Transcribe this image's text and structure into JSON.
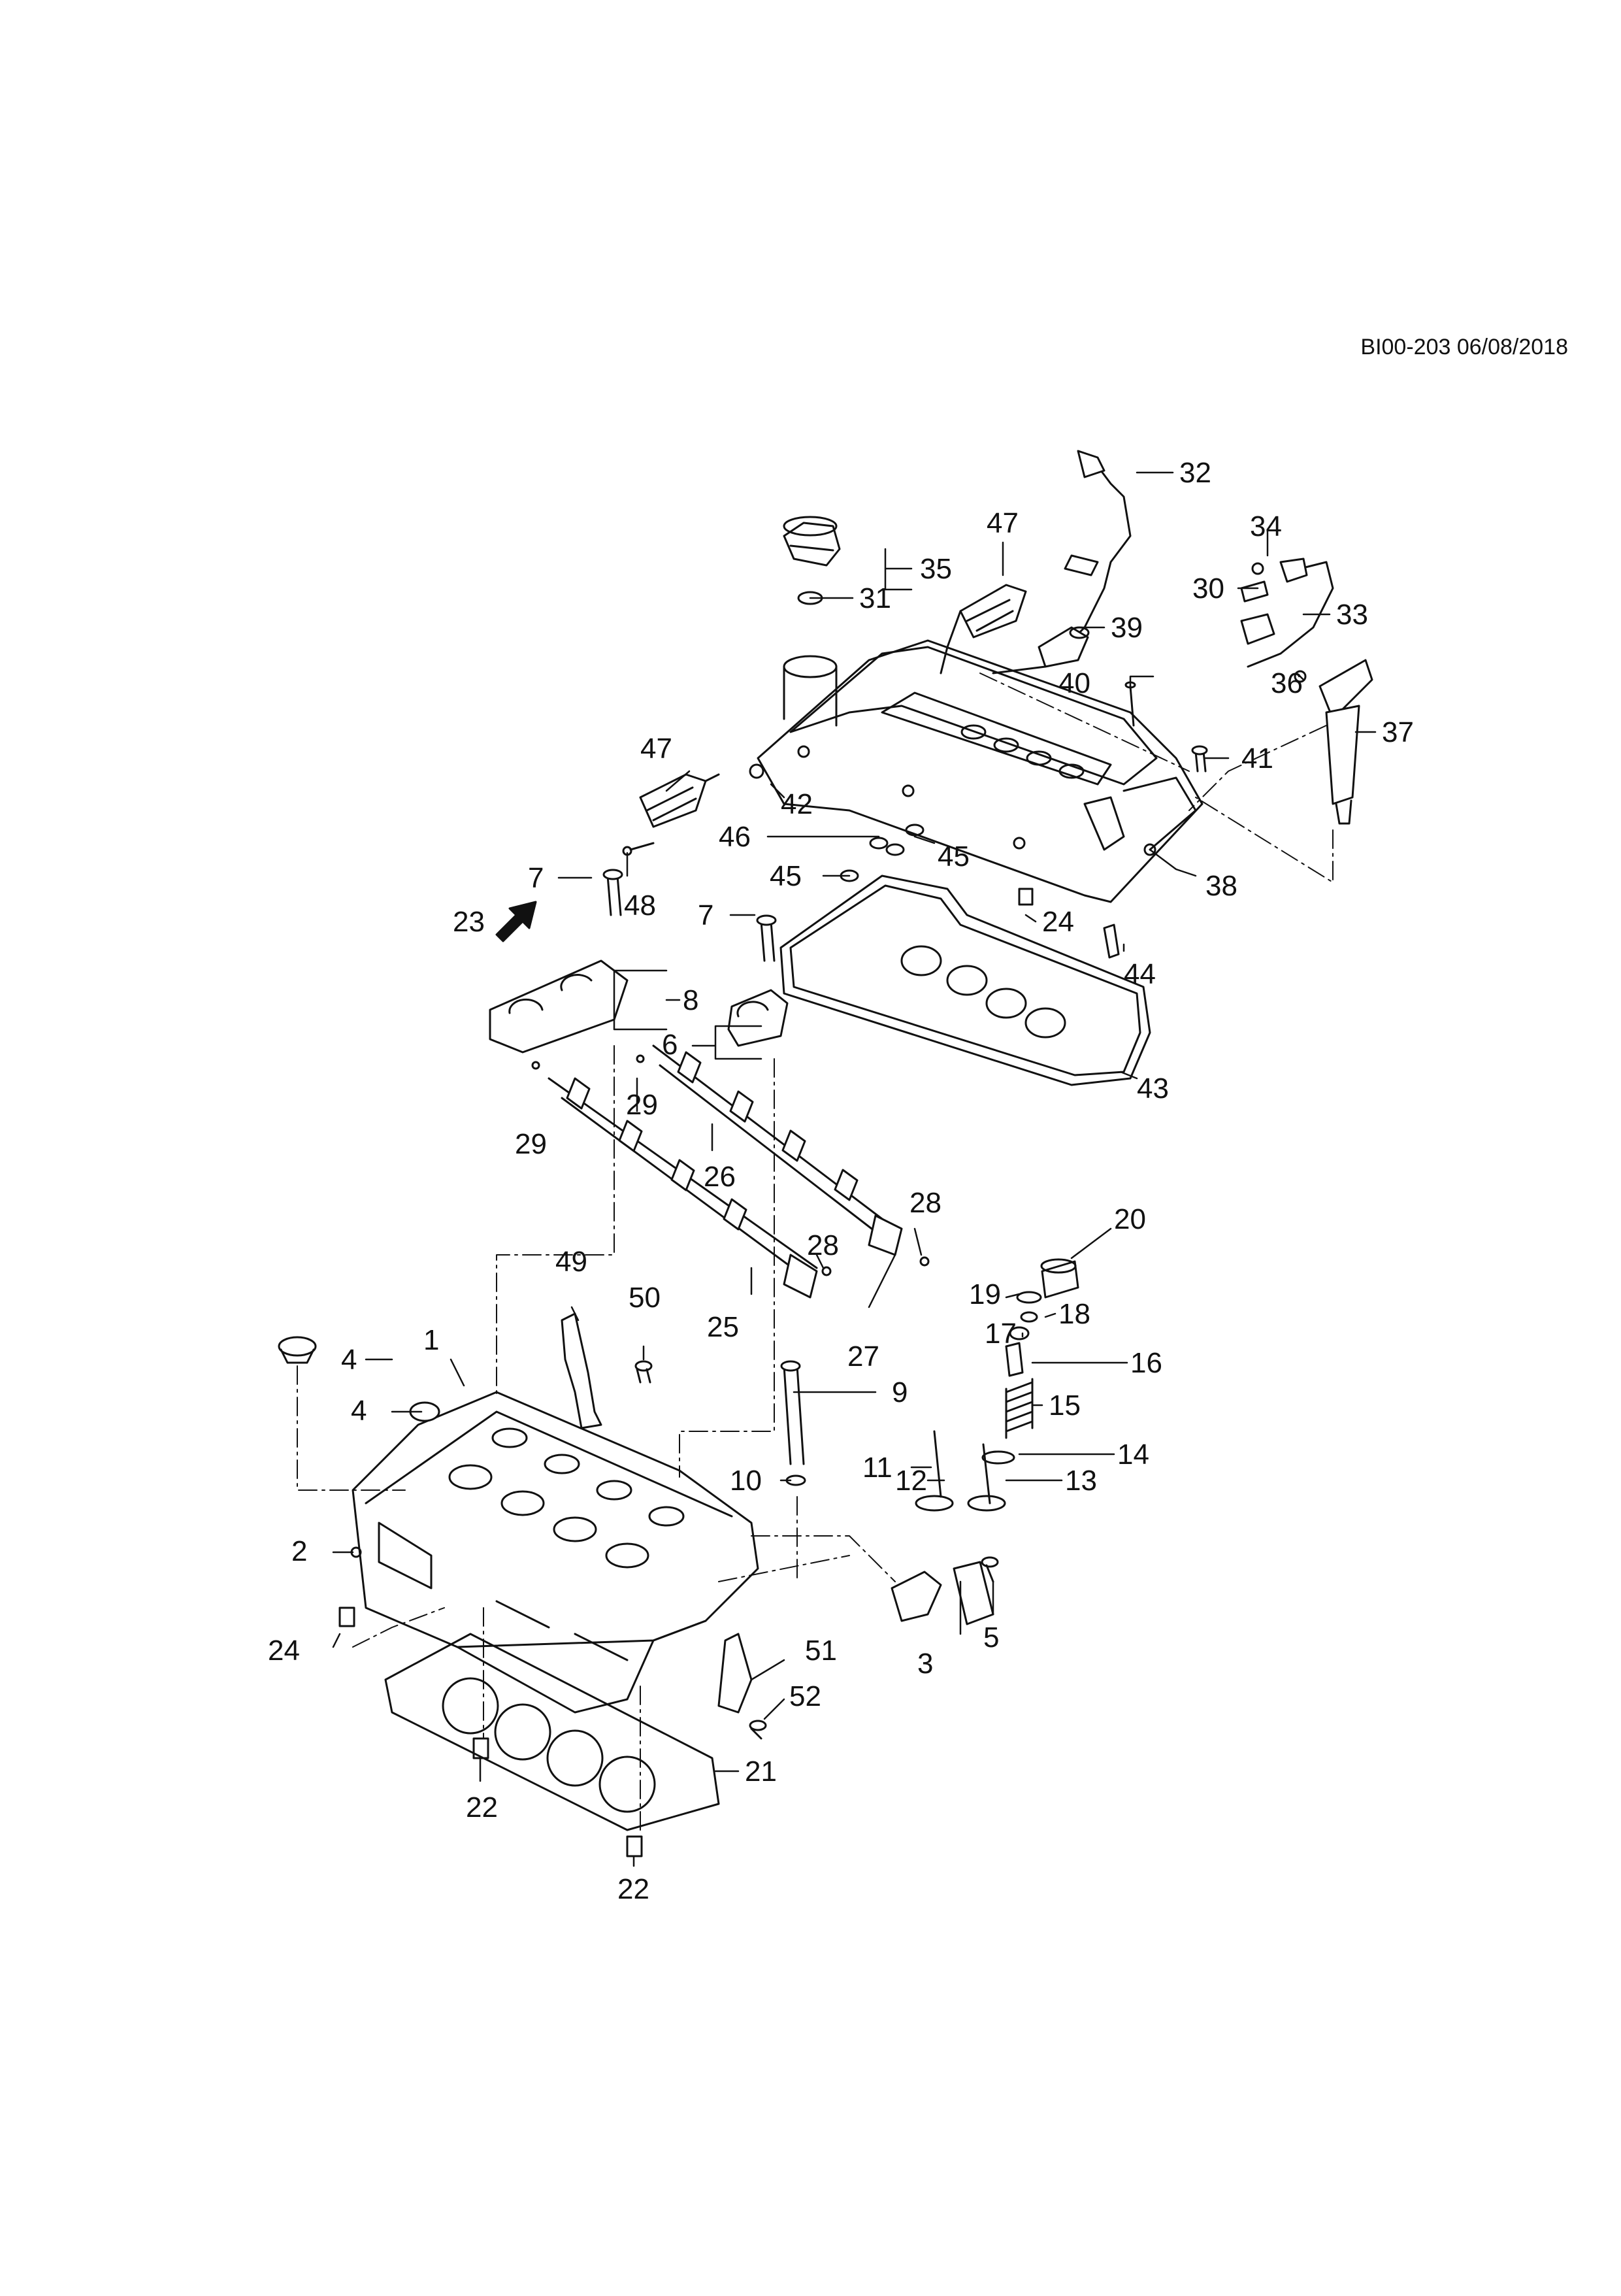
{
  "document": {
    "reference": "BI00-203 06/08/2018"
  },
  "callouts": [
    {
      "id": "c1",
      "label": "1"
    },
    {
      "id": "c2",
      "label": "2"
    },
    {
      "id": "c3",
      "label": "3"
    },
    {
      "id": "c4a",
      "label": "4"
    },
    {
      "id": "c4b",
      "label": "4"
    },
    {
      "id": "c5",
      "label": "5"
    },
    {
      "id": "c6",
      "label": "6"
    },
    {
      "id": "c7a",
      "label": "7"
    },
    {
      "id": "c7b",
      "label": "7"
    },
    {
      "id": "c8",
      "label": "8"
    },
    {
      "id": "c9",
      "label": "9"
    },
    {
      "id": "c10",
      "label": "10"
    },
    {
      "id": "c11",
      "label": "11"
    },
    {
      "id": "c12",
      "label": "12"
    },
    {
      "id": "c13",
      "label": "13"
    },
    {
      "id": "c14",
      "label": "14"
    },
    {
      "id": "c15",
      "label": "15"
    },
    {
      "id": "c16",
      "label": "16"
    },
    {
      "id": "c17",
      "label": "17"
    },
    {
      "id": "c18",
      "label": "18"
    },
    {
      "id": "c19",
      "label": "19"
    },
    {
      "id": "c20",
      "label": "20"
    },
    {
      "id": "c21",
      "label": "21"
    },
    {
      "id": "c22a",
      "label": "22"
    },
    {
      "id": "c22b",
      "label": "22"
    },
    {
      "id": "c23",
      "label": "23"
    },
    {
      "id": "c24a",
      "label": "24"
    },
    {
      "id": "c24b",
      "label": "24"
    },
    {
      "id": "c25",
      "label": "25"
    },
    {
      "id": "c26",
      "label": "26"
    },
    {
      "id": "c27",
      "label": "27"
    },
    {
      "id": "c28a",
      "label": "28"
    },
    {
      "id": "c28b",
      "label": "28"
    },
    {
      "id": "c29a",
      "label": "29"
    },
    {
      "id": "c29b",
      "label": "29"
    },
    {
      "id": "c30",
      "label": "30"
    },
    {
      "id": "c31",
      "label": "31"
    },
    {
      "id": "c32",
      "label": "32"
    },
    {
      "id": "c33",
      "label": "33"
    },
    {
      "id": "c34",
      "label": "34"
    },
    {
      "id": "c35",
      "label": "35"
    },
    {
      "id": "c36",
      "label": "36"
    },
    {
      "id": "c37",
      "label": "37"
    },
    {
      "id": "c38",
      "label": "38"
    },
    {
      "id": "c39",
      "label": "39"
    },
    {
      "id": "c40",
      "label": "40"
    },
    {
      "id": "c41",
      "label": "41"
    },
    {
      "id": "c42",
      "label": "42"
    },
    {
      "id": "c43",
      "label": "43"
    },
    {
      "id": "c44",
      "label": "44"
    },
    {
      "id": "c45a",
      "label": "45"
    },
    {
      "id": "c45b",
      "label": "45"
    },
    {
      "id": "c46",
      "label": "46"
    },
    {
      "id": "c47a",
      "label": "47"
    },
    {
      "id": "c47b",
      "label": "47"
    },
    {
      "id": "c48",
      "label": "48"
    },
    {
      "id": "c49",
      "label": "49"
    },
    {
      "id": "c50",
      "label": "50"
    },
    {
      "id": "c51",
      "label": "51"
    },
    {
      "id": "c52",
      "label": "52"
    }
  ]
}
